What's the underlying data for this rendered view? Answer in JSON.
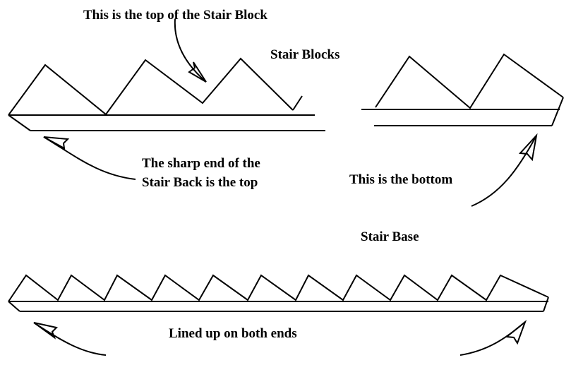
{
  "labels": {
    "top_of_stair_block": "This is the top of the Stair Block",
    "stair_blocks": "Stair Blocks",
    "sharp_end_line1": "The sharp end of the",
    "sharp_end_line2": "Stair Back is the top",
    "bottom": "This is the bottom",
    "stair_base": "Stair Base",
    "lined_up": "Lined up on both ends"
  },
  "diagram": {
    "stair_back_teeth": 3,
    "stair_block_pieces": 2,
    "stair_base_teeth": 11
  },
  "colors": {
    "ink": "#000000",
    "background": "#ffffff"
  }
}
